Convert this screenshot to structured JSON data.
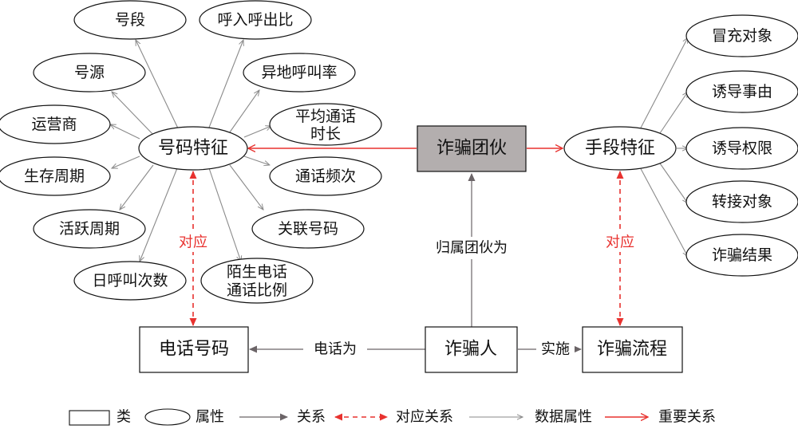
{
  "nodes": {
    "fraud_group": "诈骗团伙",
    "number_features": "号码特征",
    "means_features": "手段特征",
    "phone_number": "电话号码",
    "fraudster": "诈骗人",
    "fraud_process": "诈骗流程"
  },
  "number_attributes": {
    "segment": "号段",
    "in_out_ratio": "呼入呼出比",
    "source": "号源",
    "remote_call_rate": "异地呼叫率",
    "operator": "运营商",
    "avg_call_duration_line1": "平均通话",
    "avg_call_duration_line2": "时长",
    "survival_period": "生存周期",
    "call_frequency": "通话频次",
    "active_period": "活跃周期",
    "associated_numbers": "关联号码",
    "daily_calls": "日呼叫次数",
    "stranger_ratio_line1": "陌生电话",
    "stranger_ratio_line2": "通话比例"
  },
  "means_attributes": {
    "impersonation_target": "冒充对象",
    "inducement_matter": "诱导事由",
    "inducement_permission": "诱导权限",
    "transfer_target": "转接对象",
    "fraud_result": "诈骗结果"
  },
  "edges": {
    "belongs_to_group": "归属团伙为",
    "phone_is": "电话为",
    "implements": "实施",
    "corresponds_left": "对应",
    "corresponds_right": "对应"
  },
  "legend": {
    "class": "类",
    "attribute": "属性",
    "relation": "关系",
    "correspondence": "对应关系",
    "data_attribute": "数据属性",
    "important_relation": "重要关系"
  },
  "colors": {
    "relation": "#6b6467",
    "data_attribute": "#8a8a8a",
    "important": "#e8322f",
    "group_fill": "#b3aeae"
  }
}
